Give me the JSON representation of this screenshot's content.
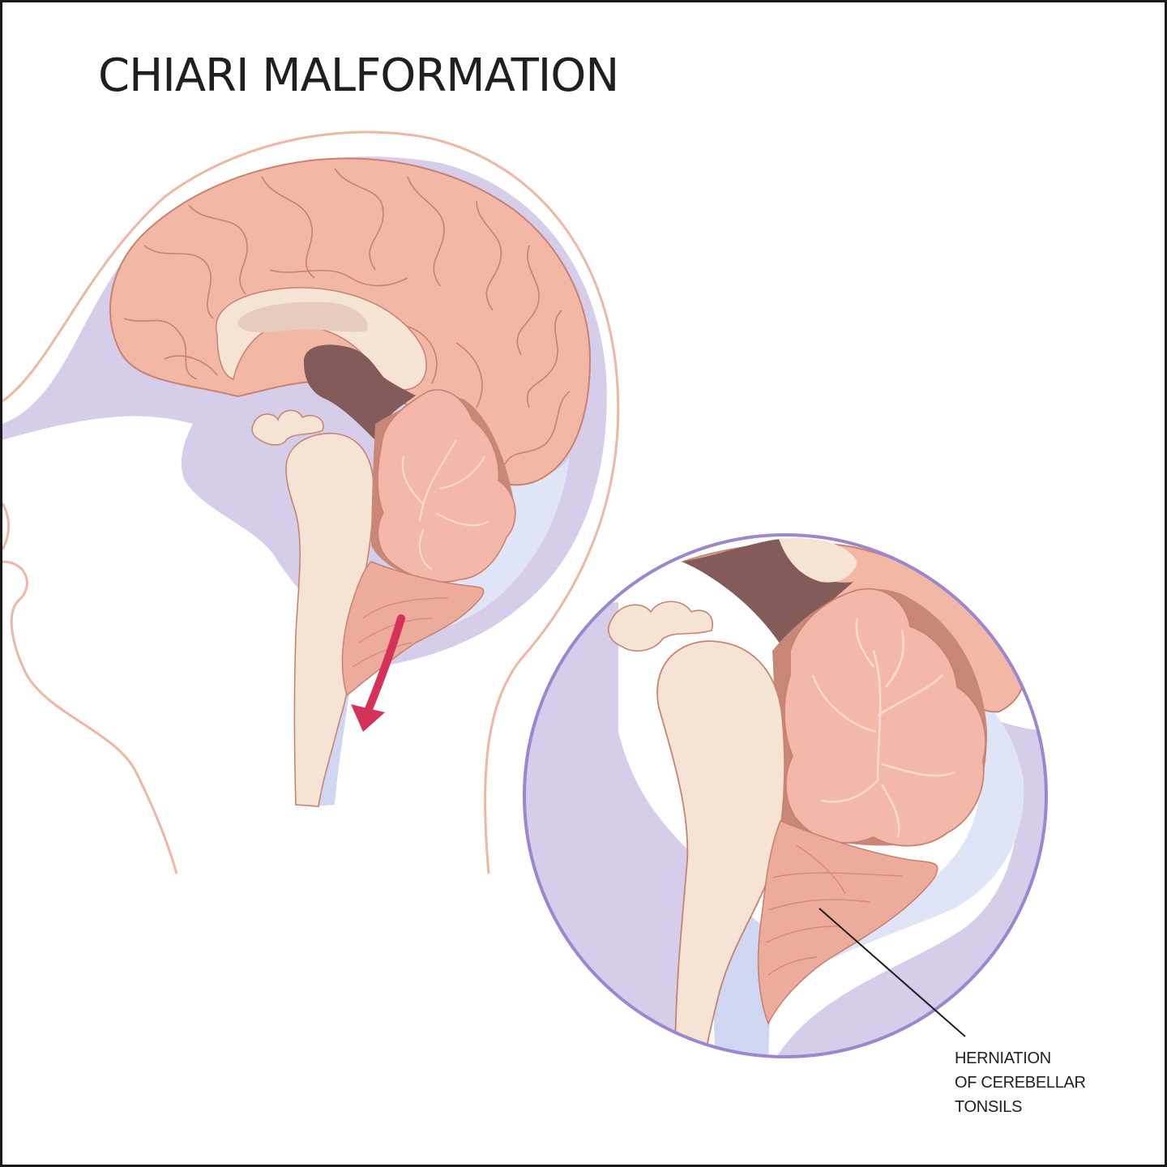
{
  "title": "CHIARI MALFORMATION",
  "callout": {
    "lines": [
      "HERNIATION",
      "OF CEREBELLAR",
      "TONSILS"
    ]
  },
  "colors": {
    "skin_outline": "#f0b6a3",
    "csf_lavender": "#d5cde9",
    "csf_light_blue": "#dfe4f6",
    "brain_pink": "#f2b7a5",
    "brain_outline": "#c98272",
    "brainstem_cream": "#f5e4d3",
    "ventricle_dark": "#835b58",
    "cerebellum_pink": "#f3b8aa",
    "tonsil_pink": "#ecab9b",
    "arrow_red": "#d5325a",
    "zoom_circle": "#9b86cf",
    "leader_line": "#1f1f1f"
  }
}
